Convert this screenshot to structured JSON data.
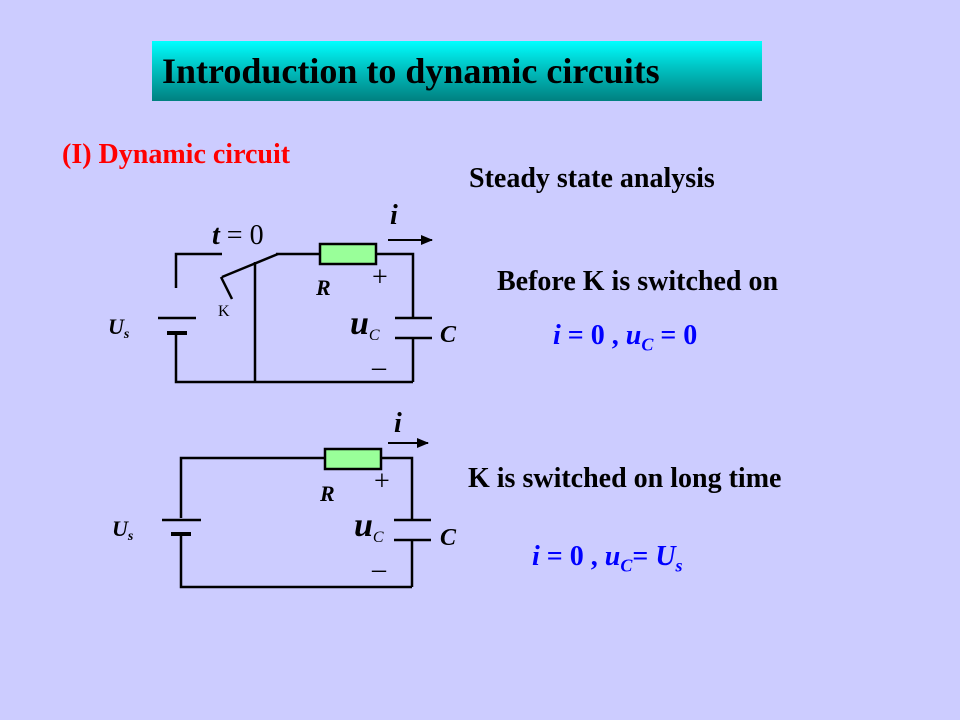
{
  "title": "Introduction to dynamic circuits",
  "section_heading": "(I)  Dynamic circuit",
  "steady_heading": "Steady state analysis",
  "case1": {
    "heading": "Before K is switched on",
    "eq_i_sym": "i",
    "eq_i_val": " = 0  ,   ",
    "eq_u_sym": "u",
    "eq_u_sub": "C",
    "eq_u_val": " = 0"
  },
  "case2": {
    "heading": "K is switched on long time",
    "eq_i_sym": "i",
    "eq_i_val": " = 0  ,    ",
    "eq_u_sym": "u",
    "eq_u_sub": "C",
    "eq_u_eq": "= ",
    "eq_us_sym": "U",
    "eq_us_sub": "s"
  },
  "circuit1": {
    "switch_time_t": "t",
    "switch_time_rest": " = 0",
    "current_label": "i",
    "resistor_label": "R",
    "source_label": "U",
    "source_sub": "s",
    "switch_label": "K",
    "cap_voltage": "u",
    "cap_voltage_sub": "C",
    "plus": "+",
    "minus": "–",
    "cap_label": "C"
  },
  "circuit2": {
    "current_label": "i",
    "resistor_label": "R",
    "source_label": "U",
    "source_sub": "s",
    "cap_voltage": "u",
    "cap_voltage_sub": "C",
    "plus": "+",
    "minus": "–",
    "cap_label": "C"
  },
  "colors": {
    "background": "#ccccff",
    "resistor_fill": "#99ff99",
    "heading_red": "#ff0000",
    "equation_blue": "#0000ff"
  }
}
